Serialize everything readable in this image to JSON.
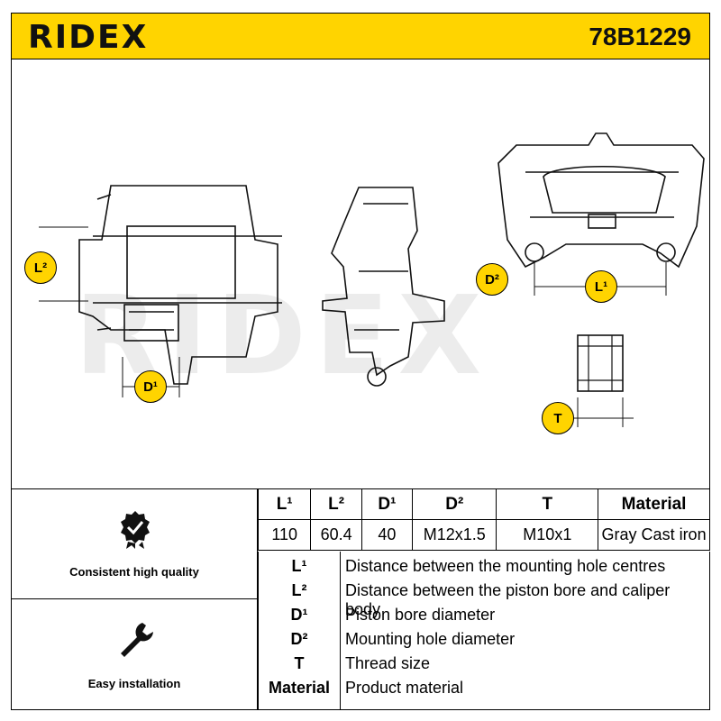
{
  "header": {
    "brand": "RIDEX",
    "part_number": "78B1229"
  },
  "watermark": "RIDEX",
  "badges": {
    "l2": "L²",
    "d1": "D¹",
    "d2": "D²",
    "l1": "L¹",
    "t": "T"
  },
  "features": [
    {
      "label": "Consistent high quality",
      "icon": "badge-check-icon"
    },
    {
      "label": "Easy installation",
      "icon": "wrench-icon"
    }
  ],
  "spec_table": {
    "headers": [
      "L¹",
      "L²",
      "D¹",
      "D²",
      "T",
      "Material"
    ],
    "values": [
      "110",
      "60.4",
      "40",
      "M12x1.5",
      "M10x1",
      "Gray Cast iron"
    ]
  },
  "legend": [
    {
      "key": "L¹",
      "desc": "Distance between the mounting hole centres"
    },
    {
      "key": "L²",
      "desc": "Distance between the piston bore and caliper body"
    },
    {
      "key": "D¹",
      "desc": "Piston bore diameter"
    },
    {
      "key": "D²",
      "desc": "Mounting hole diameter"
    },
    {
      "key": "T",
      "desc": "Thread size"
    },
    {
      "key": "Material",
      "desc": "Product material"
    }
  ],
  "colors": {
    "accent": "#ffd400",
    "line": "#000000"
  }
}
